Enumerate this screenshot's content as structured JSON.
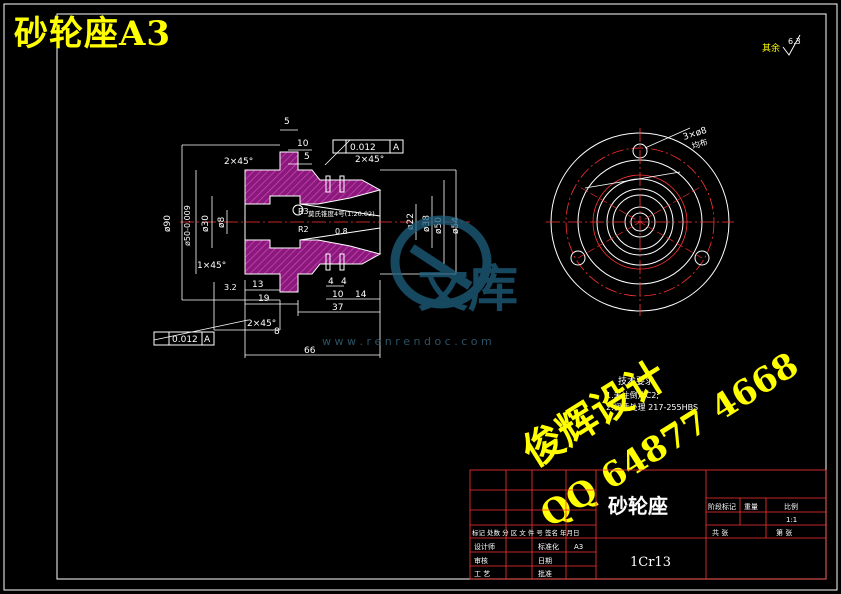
{
  "page_title": "砂轮座A3",
  "surface_roughness": {
    "prefix": "其余",
    "value": "6.3"
  },
  "dims": {
    "d5": "5",
    "d10_top": "10",
    "d5_top": "5",
    "chamfer_top_left": "2×45°",
    "chamfer_top_right": "2×45°",
    "tol_top_value": "0.012",
    "tol_top_datum": "A",
    "tol_bottom_value": "0.012",
    "tol_bottom_datum": "A",
    "phi90": "ø90",
    "phi50": "ø50-0.009",
    "phi30": "ø30",
    "phi8": "ø8",
    "phi22": "ø22",
    "phi38": "ø38",
    "phi50r": "ø50",
    "phi54": "ø54",
    "r3": "R3",
    "r2": "R2",
    "ra08": "0.8",
    "taper_note": "莫氏锥度4号(1:20.02)",
    "chamfer_bottom_left": "1×45°",
    "chamfer_bottom_mid": "2×45°",
    "d32": "3.2",
    "d13": "13",
    "d19": "19",
    "d8": "8",
    "d4a": "4",
    "d4b": "4",
    "d10_bot": "10",
    "d14": "14",
    "d37": "37",
    "d66": "66",
    "holes": "3×ø8",
    "holes_note": "均布"
  },
  "tech_req": {
    "heading": "技术要求",
    "line1": "1.未注倒角C2;",
    "line2": "2.调质处理 217-255HBS"
  },
  "watermark": {
    "cn": "文库",
    "url": "w w w . r e n r e n d o c . c o m",
    "author": "俊辉设计",
    "qq": "QQ 64877 4668"
  },
  "title_block": {
    "part_name": "砂轮座",
    "material": "1Cr13",
    "row_marks": "标记 处数 分 区 文 件 号 签名 年月日",
    "designer": "设计师",
    "standard": "标准化",
    "reviewer": "审核",
    "craft": "工 艺",
    "approve": "批准",
    "date": "日期",
    "sheet": "阶段标记",
    "weight": "重量",
    "scale_label": "比例",
    "scale_value": "1:1",
    "total": "共 张",
    "page": "第 张",
    "fmt": "A3"
  }
}
